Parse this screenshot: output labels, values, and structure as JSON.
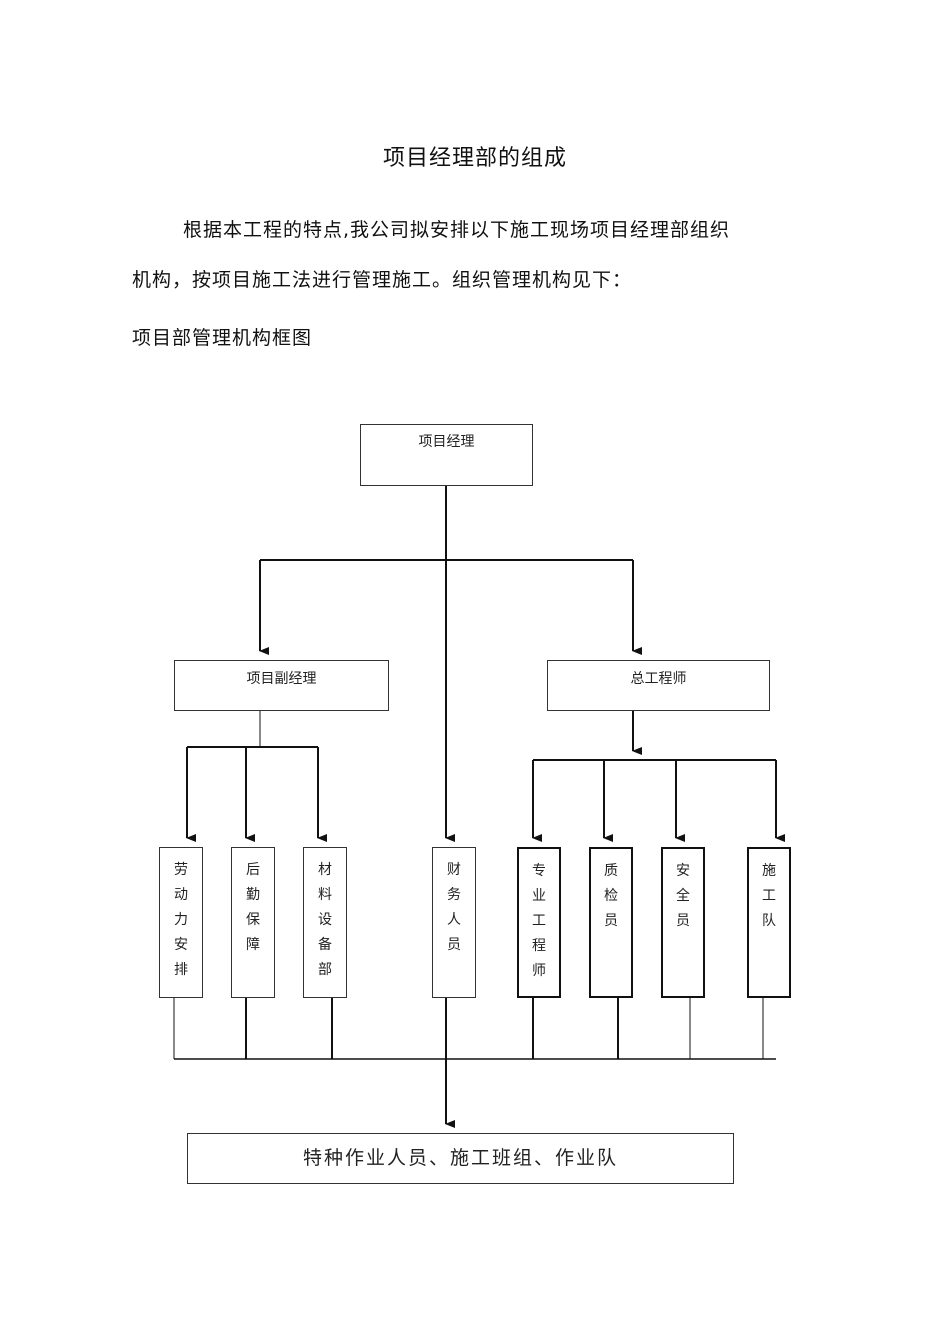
{
  "document": {
    "title": "项目经理部的组成",
    "paragraph_line1": "根据本工程的特点,我公司拟安排以下施工现场项目经理部组织",
    "paragraph_line2": "机构，按项目施工法进行管理施工。组织管理机构见下：",
    "diagram_caption": "项目部管理机构框图"
  },
  "org_chart": {
    "top": "项目经理",
    "deputy": "项目副经理",
    "chief_engineer": "总工程师",
    "departments": [
      {
        "label": "劳动力安排"
      },
      {
        "label": "后勤保障"
      },
      {
        "label": "材料设备部"
      },
      {
        "label": "财务人员"
      },
      {
        "label": "专业工程师"
      },
      {
        "label": "质检员"
      },
      {
        "label": "安全员"
      },
      {
        "label": "施工队"
      }
    ],
    "bottom": "特种作业人员、施工班组、作业队"
  }
}
